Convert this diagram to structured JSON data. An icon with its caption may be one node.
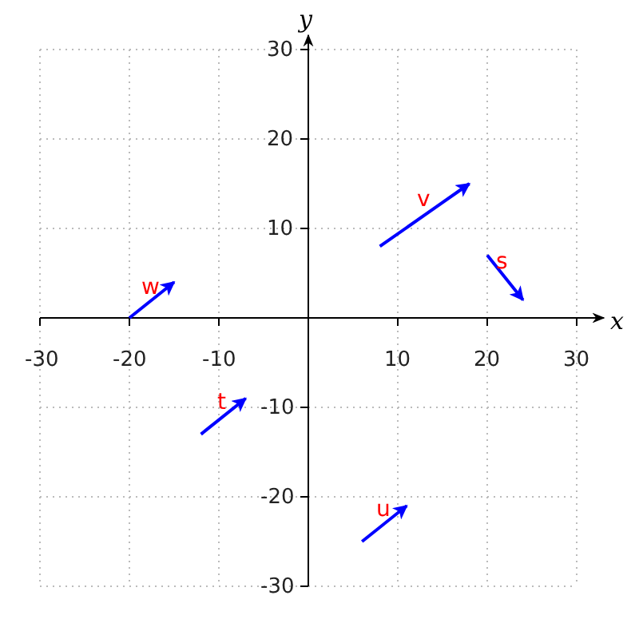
{
  "diagram": {
    "labels": [
      "y",
      "30",
      "20",
      "v",
      "10",
      "s",
      "w",
      "x",
      "-30",
      "-20",
      "-10",
      "10",
      "20",
      "30",
      "t",
      "-10",
      "-20",
      "u",
      "-30"
    ]
  }
}
